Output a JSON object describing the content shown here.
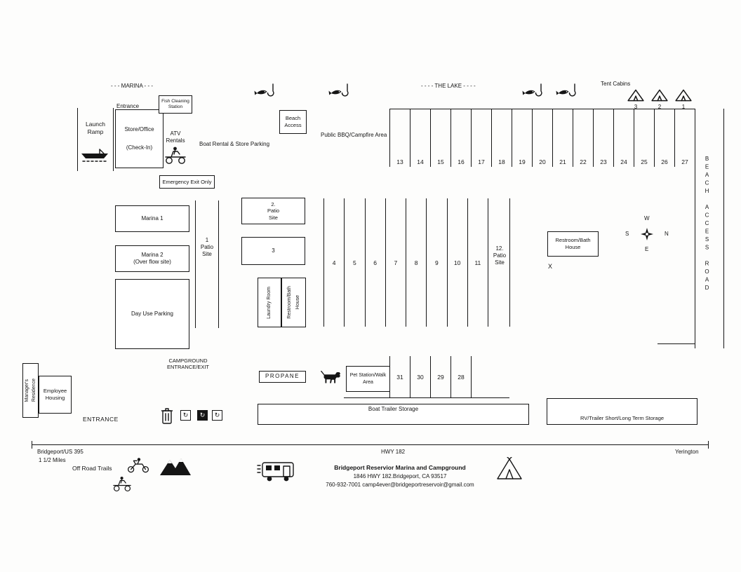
{
  "labels": {
    "marina": "- - - MARINA - - -",
    "the_lake": "- - - - THE LAKE - - - -",
    "tent_cabins": "Tent Cabins",
    "entrance_top": "Entrance",
    "launch_ramp": "Launch Ramp",
    "store_office": "Store/Office",
    "check_in": "(Check-In)",
    "fish_cleaning": "Fish Cleaning Station",
    "atv_rentals": "ATV Rentals",
    "emergency_exit": "Emergency Exit Only",
    "boat_rental_parking": "Boat Rental & Store Parking",
    "beach_access": "Beach Access",
    "public_bbq": "Public BBQ/Campfire Area",
    "beach_access_road": "BEACH ACCESS ROAD",
    "marina_1": "Marina 1",
    "marina_2": "Marina 2",
    "overflow": "(Over flow site)",
    "patio_1_num": "1",
    "patio_2_num": "2.",
    "patio_12_num": "12.",
    "patio_word": "Patio",
    "site_word": "Site",
    "site_3": "3",
    "day_use_parking": "Day Use Parking",
    "laundry_room": "Laundry Room",
    "restroom_bath": "Restroom/Bath",
    "house": "House",
    "x_mark": "X",
    "compass_n": "N",
    "compass_s": "S",
    "compass_e": "E",
    "compass_w": "W",
    "campground_entrance": "CAMPGROUND ENTRANCE/EXIT",
    "managers_1": "Manager's",
    "managers_2": "Residence",
    "employee_housing": "Employee Housing",
    "entrance_bottom": "ENTRANCE",
    "propane": "PROPANE",
    "pet_station": "Pet Station/Walk Area",
    "boat_trailer_storage": "Boat Trailer Storage",
    "rv_storage": "RV/Trailer Short/Long Term Storage",
    "bridgeport": "Bridgeport/US 395",
    "miles": "1 1/2 Miles",
    "hwy_182": "HWY 182",
    "yerington": "Yerington",
    "off_road_trails": "Off Road Trails",
    "address_1": "Bridgeport Reservior Marina and Campground",
    "address_2": "1846 HWY 182.Bridgeport, CA 93517",
    "address_3": "760-932-7001   camp4ever@bridgeportreservoir@gmail.com"
  },
  "sites": {
    "top_row": [
      "13",
      "14",
      "15",
      "16",
      "17",
      "18",
      "19",
      "20",
      "21",
      "22",
      "23",
      "24",
      "25",
      "26",
      "27"
    ],
    "middle_row": [
      "4",
      "5",
      "6",
      "7",
      "8",
      "9",
      "10",
      "11"
    ],
    "bottom_row": [
      "31",
      "30",
      "29",
      "28"
    ],
    "tent_cabins": [
      "3",
      "2",
      "1"
    ]
  },
  "icons": {
    "recycle_glyph": "↻"
  },
  "colors": {
    "ink": "#151515",
    "paper": "#fdfdfc"
  }
}
